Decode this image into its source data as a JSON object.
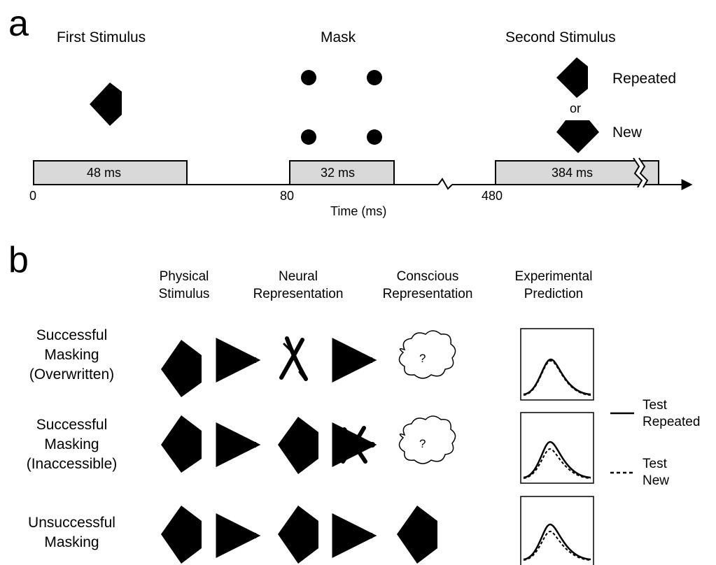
{
  "panel_a": {
    "letter": "a",
    "headings": {
      "first": "First Stimulus",
      "mask": "Mask",
      "second": "Second Stimulus"
    },
    "second_options": {
      "repeated": "Repeated",
      "or": "or",
      "new": "New"
    },
    "durations": [
      "48 ms",
      "32 ms",
      "384 ms"
    ],
    "ticks": [
      "0",
      "80",
      "480"
    ],
    "axis_label": "Time (ms)"
  },
  "panel_b": {
    "letter": "b",
    "columns": [
      {
        "line1": "Physical",
        "line2": "Stimulus"
      },
      {
        "line1": "Neural",
        "line2": "Representation"
      },
      {
        "line1": "Conscious",
        "line2": "Representation"
      },
      {
        "line1": "Experimental",
        "line2": "Prediction"
      }
    ],
    "rows": [
      {
        "line1": "Successful",
        "line2": "Masking",
        "line3": "(Overwritten)"
      },
      {
        "line1": "Successful",
        "line2": "Masking",
        "line3": "(Inaccessible)"
      },
      {
        "line1": "Unsuccessful",
        "line2": "Masking",
        "line3": ""
      }
    ],
    "question_mark": "?",
    "legend": {
      "solid": {
        "line1": "Test",
        "line2": "Repeated"
      },
      "dashed": {
        "line1": "Test",
        "line2": "New"
      }
    }
  }
}
